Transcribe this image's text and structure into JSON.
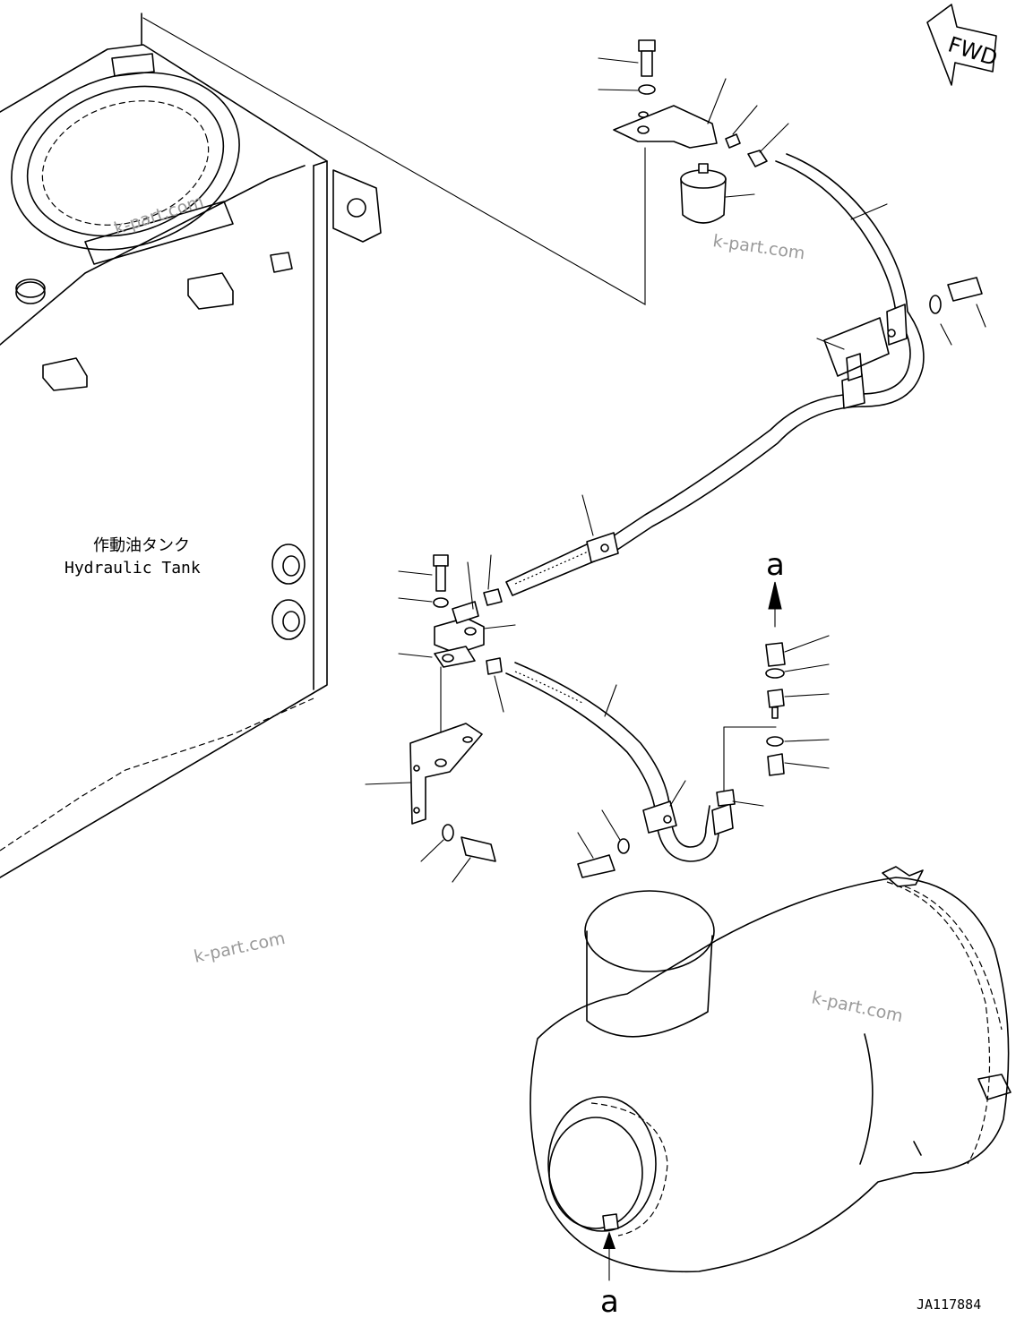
{
  "direction_label": "FWD",
  "tank_label_jp": "作動油タンク",
  "tank_label_en": "Hydraulic Tank",
  "connection_marker_top": "a",
  "connection_marker_bottom": "a",
  "drawing_code": "JA117884",
  "watermarks": [
    "k-part.com",
    "k-part.com",
    "k-part.com",
    "k-part.com"
  ]
}
